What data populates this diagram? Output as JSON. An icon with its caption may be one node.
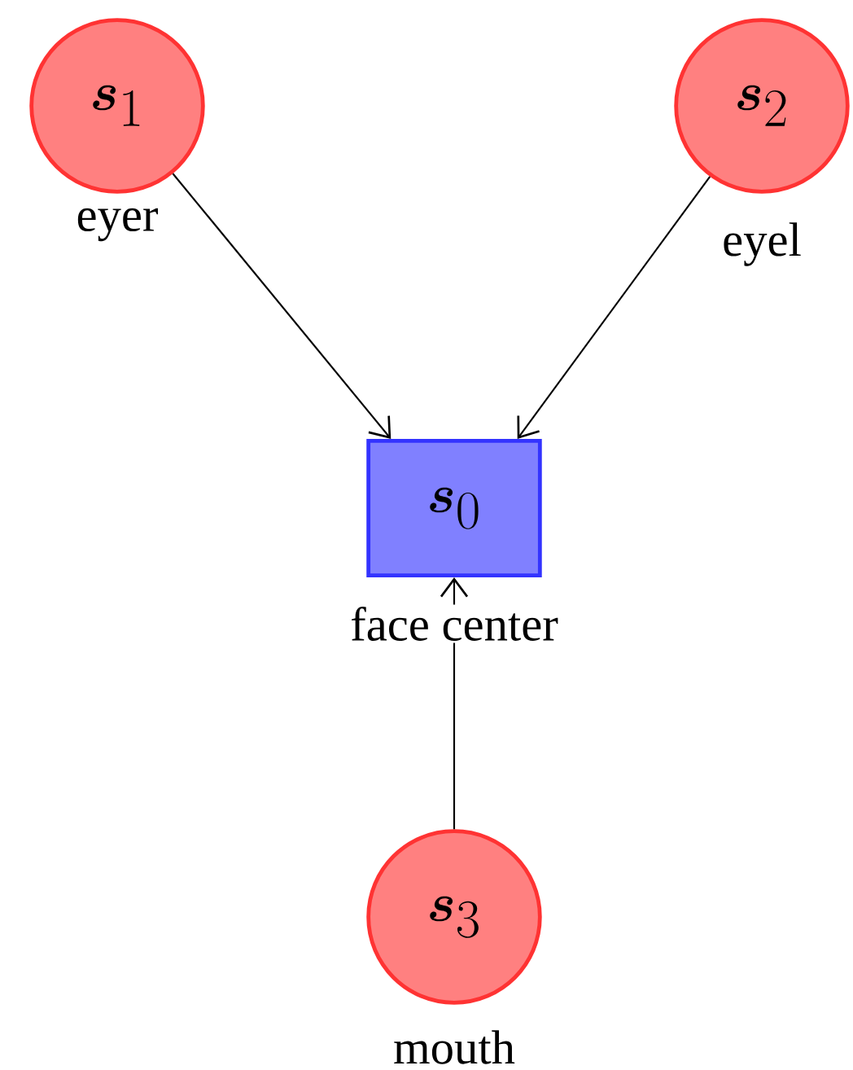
{
  "diagram": {
    "nodes": [
      {
        "text": [
          "\\boldsymbol{s}_0"
        ],
        "beside": [
          "face center"
        ]
      },
      {
        "text": [
          "\\boldsymbol{s}_1"
        ],
        "beside": [
          "eyer"
        ]
      },
      {
        "text": [
          "\\boldsymbol{s}_2"
        ],
        "beside": [
          "eyel"
        ]
      },
      {
        "text": [
          "\\boldsymbol{s}_3"
        ],
        "beside": [
          "mouth"
        ]
      }
    ],
    "edges": [
      {
        "from": 1,
        "to": 0,
        "arrow": "to"
      },
      {
        "from": 2,
        "to": 0,
        "arrow": "to"
      },
      {
        "from": 3,
        "to": 0,
        "arrow": "to"
      }
    ]
  }
}
